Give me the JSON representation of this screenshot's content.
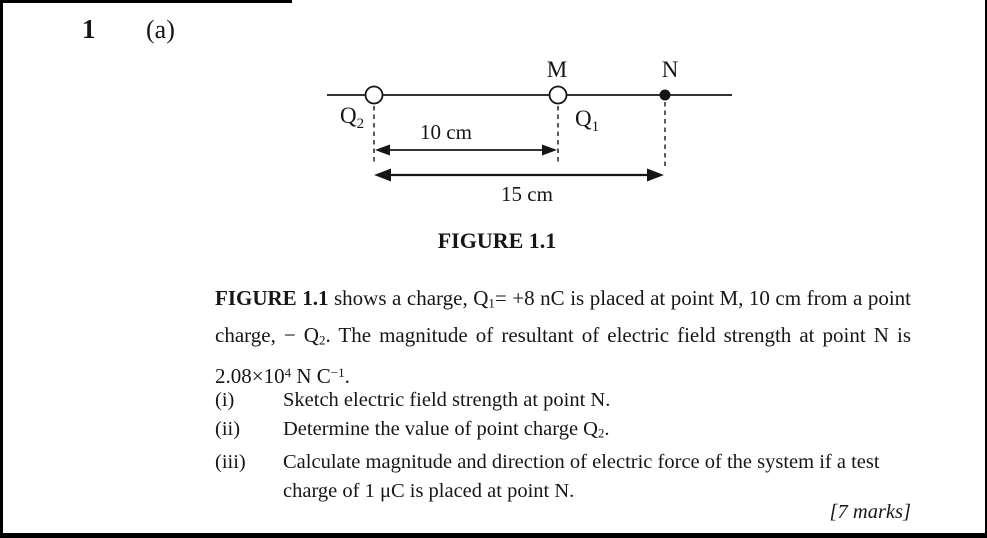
{
  "header": {
    "question_number": "1",
    "part_label": "(a)"
  },
  "figure": {
    "caption": "FIGURE 1.1",
    "point_m": "M",
    "point_n": "N",
    "q1": {
      "base": "Q",
      "sub": "1"
    },
    "q2": {
      "base": "Q",
      "sub": "2"
    },
    "distance_inner": "10 cm",
    "distance_outer": "15 cm"
  },
  "paragraph": {
    "lead_bold": "FIGURE 1.1",
    "seg_a": " shows a charge, Q",
    "sub_1": "1",
    "seg_b": "= +8 nC is placed at point M, 10 cm from a point charge, − Q",
    "sub_2": "2",
    "seg_c": ". The magnitude of resultant of electric field strength at point N is 2.08×10",
    "sup_exp": "4",
    "seg_d": " N C",
    "sup_neg": "−1",
    "seg_e": "."
  },
  "questions": {
    "i": {
      "marker": "(i)",
      "text": "Sketch electric field strength at point N."
    },
    "ii": {
      "marker": "(ii)",
      "text_main": "Determine the value of point charge Q",
      "sub": "2",
      "text_end": "."
    },
    "iii": {
      "marker": "(iii)",
      "text": "Calculate magnitude and direction of electric force of the system if a test charge of 1 μC is placed at point N."
    }
  },
  "marks_label": "[7 marks]"
}
